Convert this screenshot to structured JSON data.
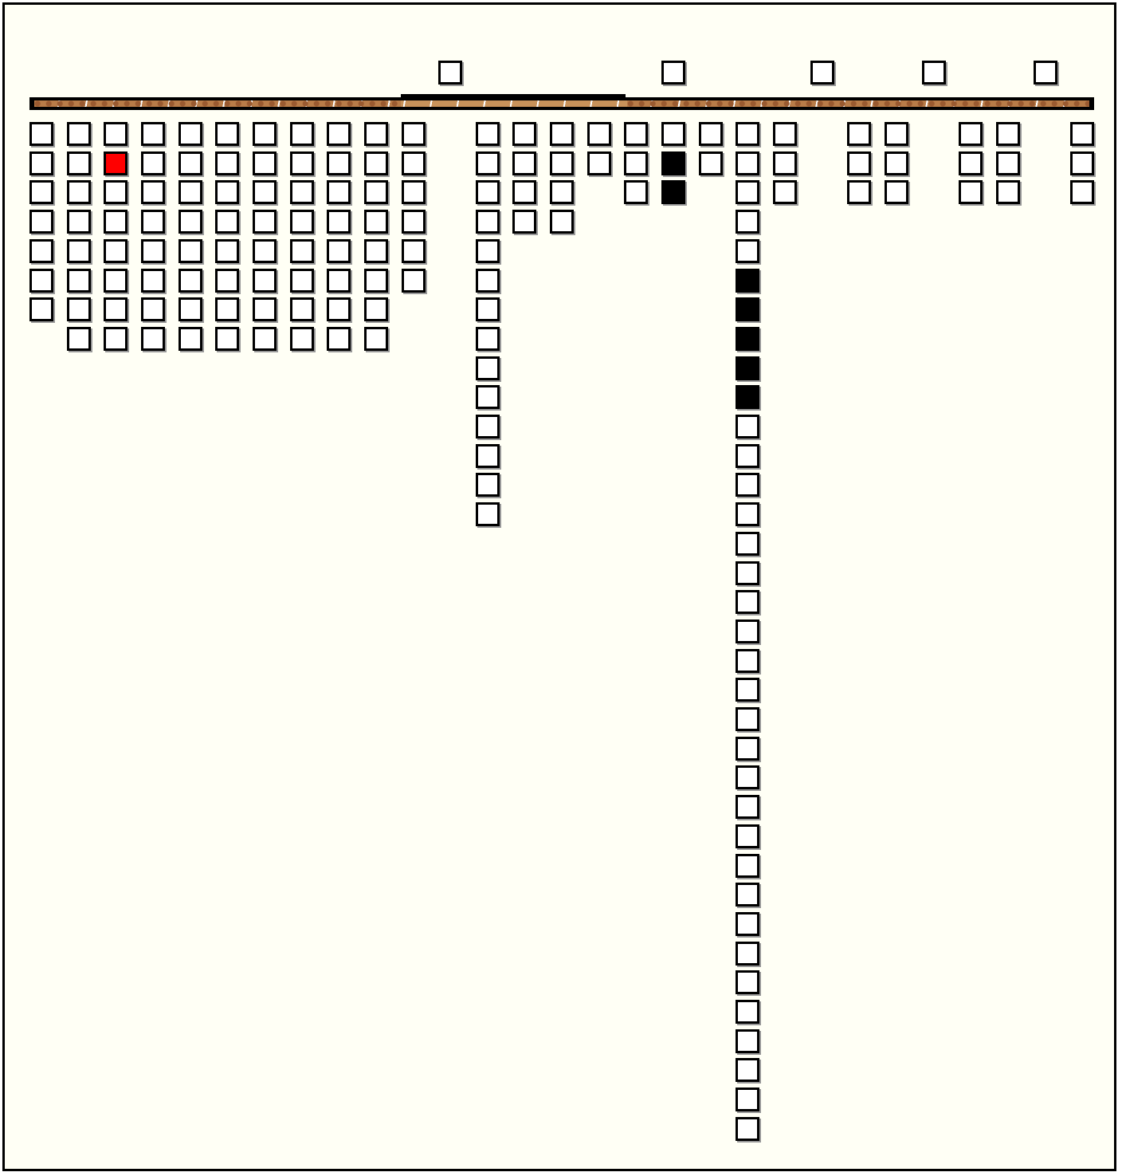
{
  "game": {
    "colors": {
      "background": "#fffff5",
      "tile": "#ffffff",
      "selected": "#ff0000",
      "filled": "#000000",
      "bar": "#c8925a"
    },
    "top_tiles_columns": [
      11,
      17,
      21,
      24,
      27
    ],
    "columns": [
      {
        "count": 7,
        "special": {}
      },
      {
        "count": 8,
        "special": {}
      },
      {
        "count": 8,
        "special": {
          "1": "red"
        }
      },
      {
        "count": 8,
        "special": {}
      },
      {
        "count": 8,
        "special": {}
      },
      {
        "count": 8,
        "special": {}
      },
      {
        "count": 8,
        "special": {}
      },
      {
        "count": 8,
        "special": {}
      },
      {
        "count": 8,
        "special": {}
      },
      {
        "count": 8,
        "special": {}
      },
      {
        "count": 6,
        "special": {}
      },
      {
        "count": 0,
        "special": {}
      },
      {
        "count": 14,
        "special": {}
      },
      {
        "count": 4,
        "special": {}
      },
      {
        "count": 4,
        "special": {}
      },
      {
        "count": 2,
        "special": {}
      },
      {
        "count": 3,
        "special": {}
      },
      {
        "count": 3,
        "special": {
          "1": "black",
          "2": "black"
        }
      },
      {
        "count": 2,
        "special": {}
      },
      {
        "count": 35,
        "special": {
          "5": "black",
          "6": "black",
          "7": "black",
          "8": "black",
          "9": "black"
        }
      },
      {
        "count": 3,
        "special": {}
      },
      {
        "count": 0,
        "special": {}
      },
      {
        "count": 3,
        "special": {}
      },
      {
        "count": 3,
        "special": {}
      },
      {
        "count": 0,
        "special": {}
      },
      {
        "count": 3,
        "special": {}
      },
      {
        "count": 3,
        "special": {}
      },
      {
        "count": 0,
        "special": {}
      },
      {
        "count": 3,
        "special": {}
      }
    ]
  }
}
